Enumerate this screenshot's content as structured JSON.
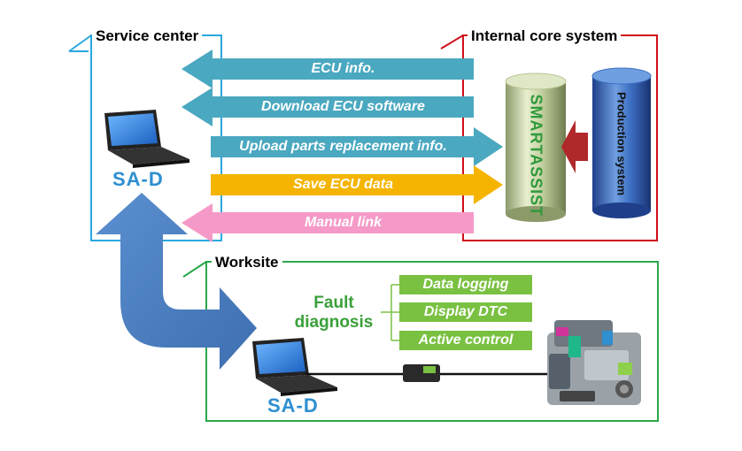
{
  "service_center": {
    "title": "Service center",
    "device_label": "SA-D"
  },
  "internal_core": {
    "title": "Internal core system",
    "smartassist_label": "SMARTASSIST",
    "production_label": "Production system"
  },
  "arrows": {
    "ecu_info": "ECU info.",
    "download_ecu": "Download ECU software",
    "upload_parts": "Upload parts replacement info.",
    "save_ecu": "Save ECU data",
    "manual_link": "Manual link"
  },
  "worksite": {
    "title": "Worksite",
    "device_label": "SA-D",
    "fault_diagnosis": "Fault diagnosis",
    "functions": [
      "Data logging",
      "Display DTC",
      "Active control"
    ]
  },
  "colors": {
    "service_border": "#29a8e0",
    "core_border": "#d0101a",
    "worksite_border": "#2aa84a",
    "teal_arrow": "#4aa8c0",
    "gold_arrow": "#f5b400",
    "pink_arrow": "#f59ac8",
    "big_arrow": "#4a7fc1",
    "green_tag": "#7ac142",
    "sad_text": "#2e8fd0"
  }
}
